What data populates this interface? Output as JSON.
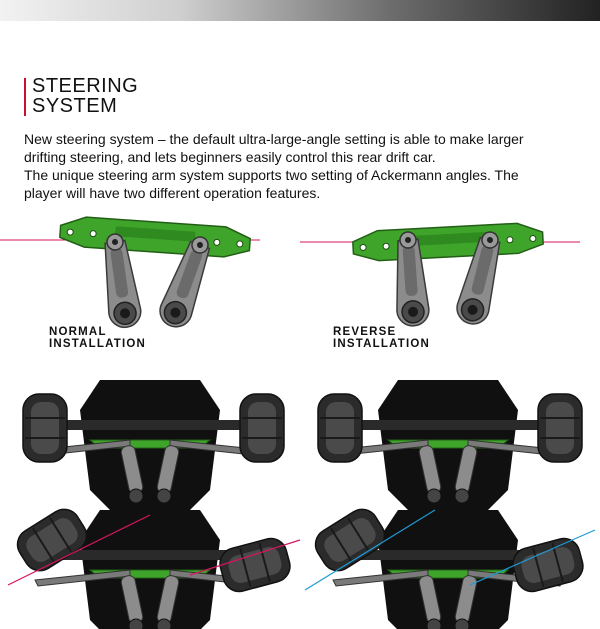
{
  "header": {
    "title_line1": "STEERING",
    "title_line2": "SYSTEM"
  },
  "description": {
    "line1": "New steering system – the default ultra-large-angle setting is able to make larger",
    "line2": "drifting steering, and lets beginners easily control this rear drift car.",
    "line3": "The unique steering arm system supports two setting of Ackermann angles. The",
    "line4": "player will have two different operation features."
  },
  "labels": {
    "normal_line1": "NORMAL",
    "normal_line2": "INSTALLATION",
    "reverse_line1": "REVERSE",
    "reverse_line2": "INSTALLATION"
  },
  "colors": {
    "accent": "#c8102e",
    "plate_green": "#3fa52a",
    "arm_grey": "#8a8a8a",
    "chassis": "#111111",
    "tire": "#2b2b2b",
    "normal_angle_line": "#d6145f",
    "reverse_angle_line": "#1e9ad6"
  }
}
